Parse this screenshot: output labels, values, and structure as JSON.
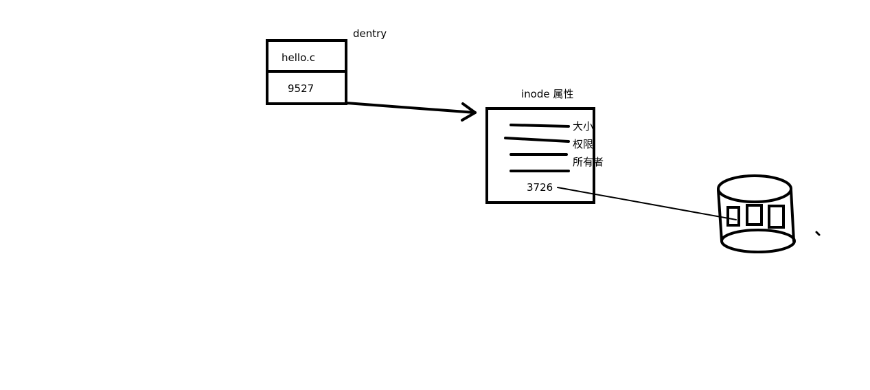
{
  "dentry": {
    "title": "dentry",
    "filename": "hello.c",
    "inode_number": "9527"
  },
  "inode": {
    "title": "inode  属性",
    "attributes": [
      "大小",
      "权限",
      "所有者"
    ],
    "block_number": "3726"
  },
  "colors": {
    "ink": "#000000",
    "background": "#ffffff"
  }
}
